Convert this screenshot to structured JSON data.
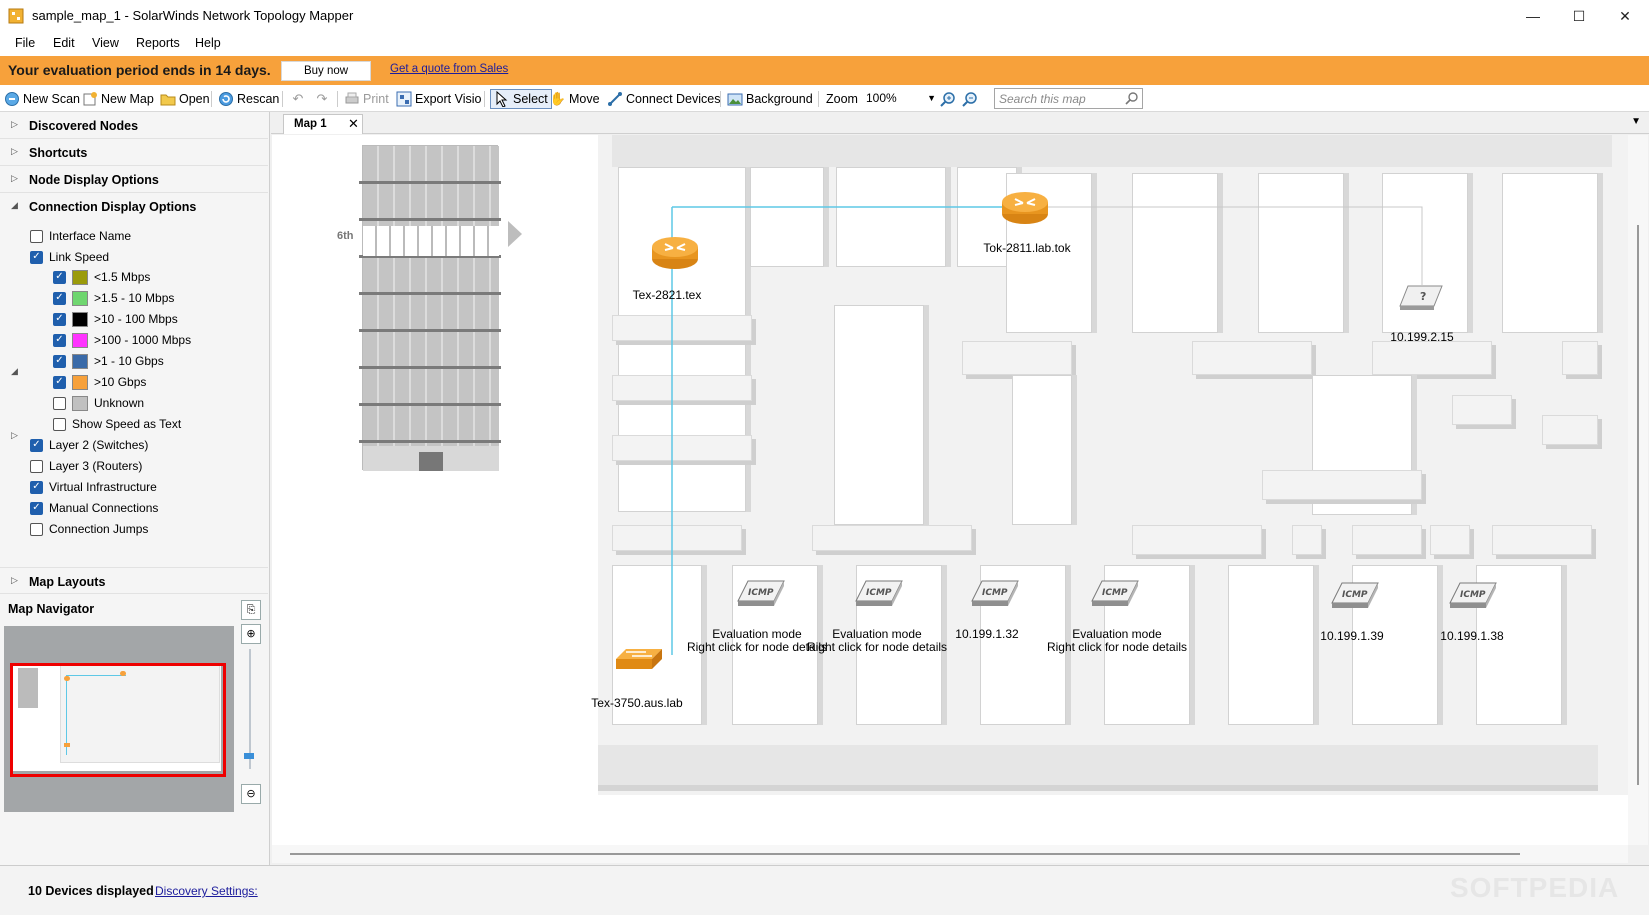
{
  "window": {
    "title": "sample_map_1 - SolarWinds Network Topology Mapper",
    "controls": {
      "minimize": "—",
      "maximize": "☐",
      "close": "✕"
    }
  },
  "menu": [
    "File",
    "Edit",
    "View",
    "Reports",
    "Help"
  ],
  "eval_banner": {
    "message": "Your evaluation period ends in 14 days.",
    "buy_label": "Buy now",
    "quote_link": "Get a quote from Sales",
    "color": "#f7a13b"
  },
  "toolbar": {
    "new_scan": "New Scan",
    "new_map": "New Map",
    "open": "Open",
    "rescan": "Rescan",
    "print": "Print",
    "export_visio": "Export Visio",
    "select": "Select",
    "move": "Move",
    "connect_devices": "Connect Devices",
    "background": "Background",
    "zoom_label": "Zoom",
    "zoom_value": "100%",
    "search_placeholder": "Search this map"
  },
  "left_panel": {
    "sections": {
      "discovered_nodes": "Discovered Nodes",
      "shortcuts": "Shortcuts",
      "node_display_options": "Node Display Options",
      "connection_display_options": "Connection Display Options",
      "map_layouts": "Map Layouts"
    },
    "options": {
      "interface_name": "Interface Name",
      "link_speed": "Link Speed",
      "layer2": "Layer 2 (Switches)",
      "layer3": "Layer 3 (Routers)",
      "virtual_infra": "Virtual Infrastructure",
      "manual_connections": "Manual Connections",
      "connection_jumps": "Connection Jumps"
    },
    "speeds": [
      {
        "label": "<1.5 Mbps",
        "color": "#9b9b0a",
        "checked": true
      },
      {
        "label": ">1.5 - 10 Mbps",
        "color": "#6fd66f",
        "checked": true
      },
      {
        "label": ">10 - 100 Mbps",
        "color": "#000000",
        "checked": true
      },
      {
        "label": ">100 - 1000 Mbps",
        "color": "#ff33ff",
        "checked": true
      },
      {
        "label": ">1 - 10 Gbps",
        "color": "#3a6aa8",
        "checked": true
      },
      {
        "label": ">10 Gbps",
        "color": "#f7a13b",
        "checked": true
      },
      {
        "label": "Unknown",
        "color": "#c0c0c0",
        "checked": false
      }
    ],
    "show_speed_as_text": "Show Speed as Text",
    "navigator_title": "Map Navigator"
  },
  "map": {
    "tab_label": "Map 1",
    "floor_label": "6th",
    "link_color": "#5ec8e6",
    "nodes": {
      "tex2821": "Tex-2821.tex",
      "tok2811": "Tok-2811.lab.tok",
      "ip_2_15": "10.199.2.15",
      "tex3750": "Tex-3750.aus.lab",
      "eval1_a": "Evaluation mode",
      "eval1_b": "Right click for node details",
      "eval2_a": "Evaluation mode",
      "eval2_b": "Right click for node details",
      "ip_1_32": "10.199.1.32",
      "eval3_a": "Evaluation mode",
      "eval3_b": "Right click for node details",
      "ip_1_39": "10.199.1.39",
      "ip_1_38": "10.199.1.38"
    },
    "icmp_text": "ICMP",
    "unknown_text": "?"
  },
  "status": {
    "count": "10 Devices displayed",
    "link": "Discovery Settings:",
    "watermark": "SOFTPEDIA"
  }
}
